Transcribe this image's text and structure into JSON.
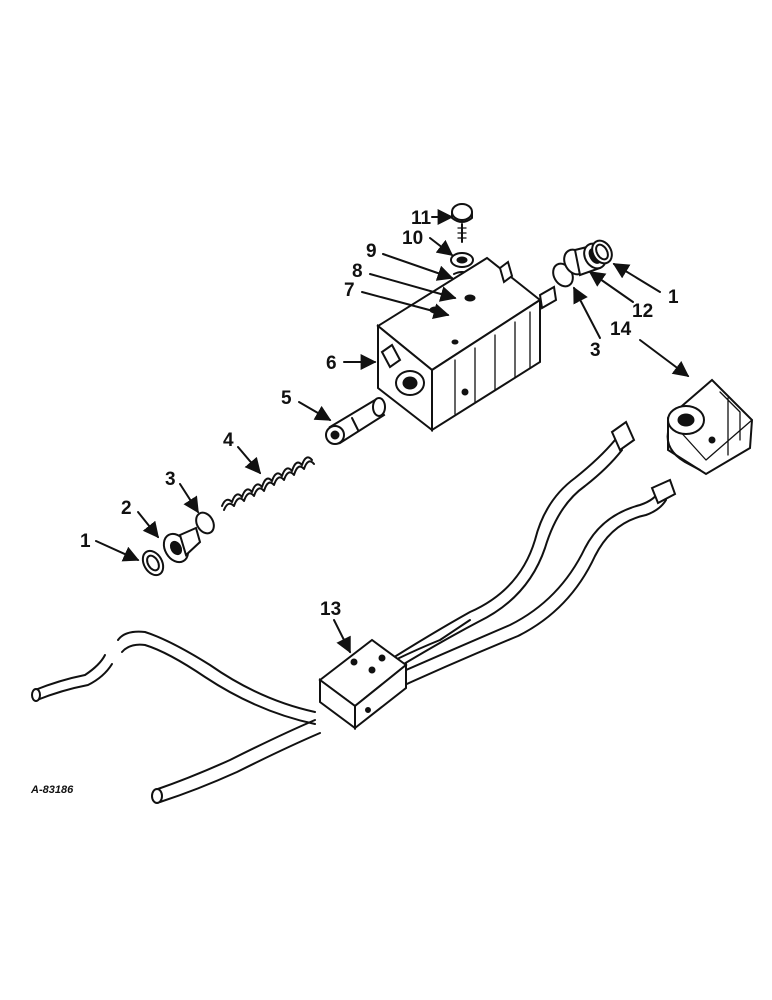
{
  "figure_id": "A-83186",
  "callouts": [
    {
      "key": "ring_left",
      "label": "1"
    },
    {
      "key": "plug_left",
      "label": "2"
    },
    {
      "key": "oring_left",
      "label": "3"
    },
    {
      "key": "spring",
      "label": "4"
    },
    {
      "key": "spool",
      "label": "5"
    },
    {
      "key": "valve_body",
      "label": "6"
    },
    {
      "key": "pin",
      "label": "7"
    },
    {
      "key": "ball",
      "label": "8"
    },
    {
      "key": "small_spring",
      "label": "9"
    },
    {
      "key": "washer",
      "label": "10"
    },
    {
      "key": "screw",
      "label": "11"
    },
    {
      "key": "plug_right",
      "label": "12"
    },
    {
      "key": "manifold",
      "label": "13"
    },
    {
      "key": "pump",
      "label": "14"
    },
    {
      "key": "oring_right",
      "label": "3"
    },
    {
      "key": "ring_right",
      "label": "1"
    }
  ]
}
